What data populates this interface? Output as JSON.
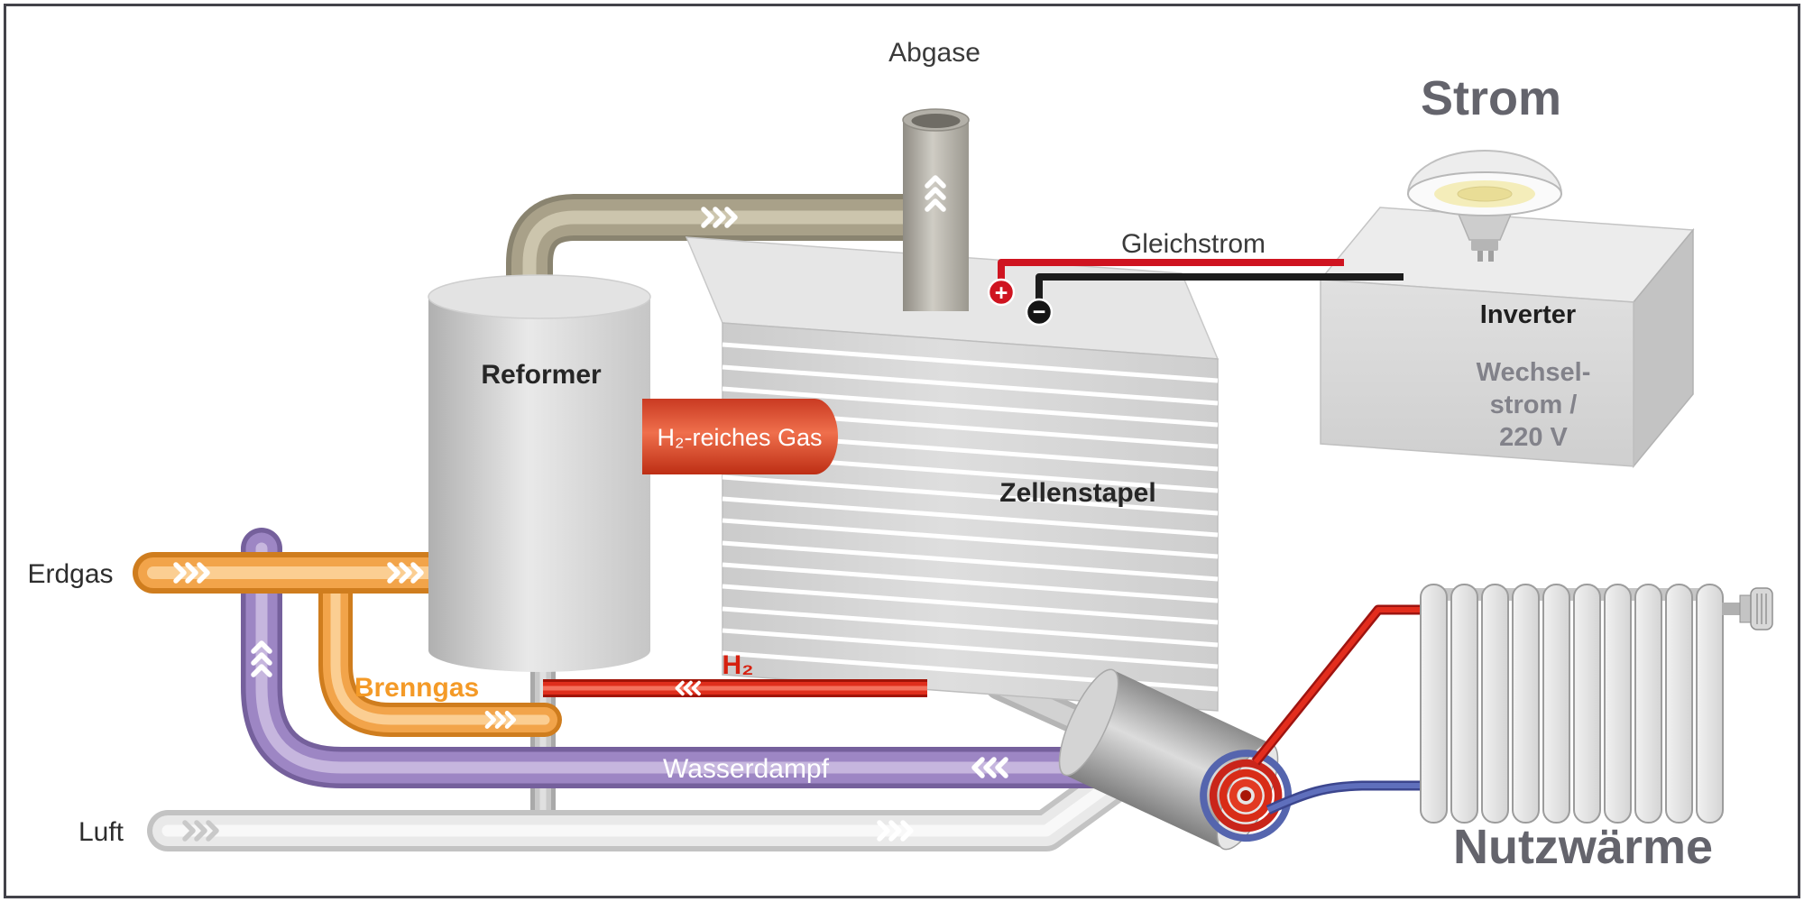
{
  "labels": {
    "abgase": "Abgase",
    "strom": "Strom",
    "gleichstrom": "Gleichstrom",
    "inverter": "Inverter",
    "inverter_output_lines": [
      "Wechsel-",
      "strom /",
      "220 V"
    ],
    "reformer": "Reformer",
    "h2_rich_gas": "H₂-reiches Gas",
    "zellenstapel": "Zellenstapel",
    "erdgas": "Erdgas",
    "brenngas": "Brenngas",
    "h2": "H₂",
    "wasserdampf": "Wasserdampf",
    "luft": "Luft",
    "nutzwaerme": "Nutzwärme"
  },
  "icons": {
    "plus_terminal": "+",
    "minus_terminal": "−",
    "flow_chevron": "»"
  },
  "colors": {
    "erdgas_pipe": "#f2a44a",
    "wasserdampf_pipe": "#9d86c4",
    "h2_pipe": "#e03222",
    "h2_rich_pipe": "#ef6f4c",
    "luft_pipe": "#e8e8e8",
    "abgase_pipe": "#aaa28a",
    "dc_plus": "#cf1420",
    "dc_minus": "#1c1c1c",
    "radiator_supply": "#e32d1d",
    "radiator_return": "#5f6fbc",
    "heading_text": "#64646c",
    "label_text": "#3a3a3a"
  }
}
